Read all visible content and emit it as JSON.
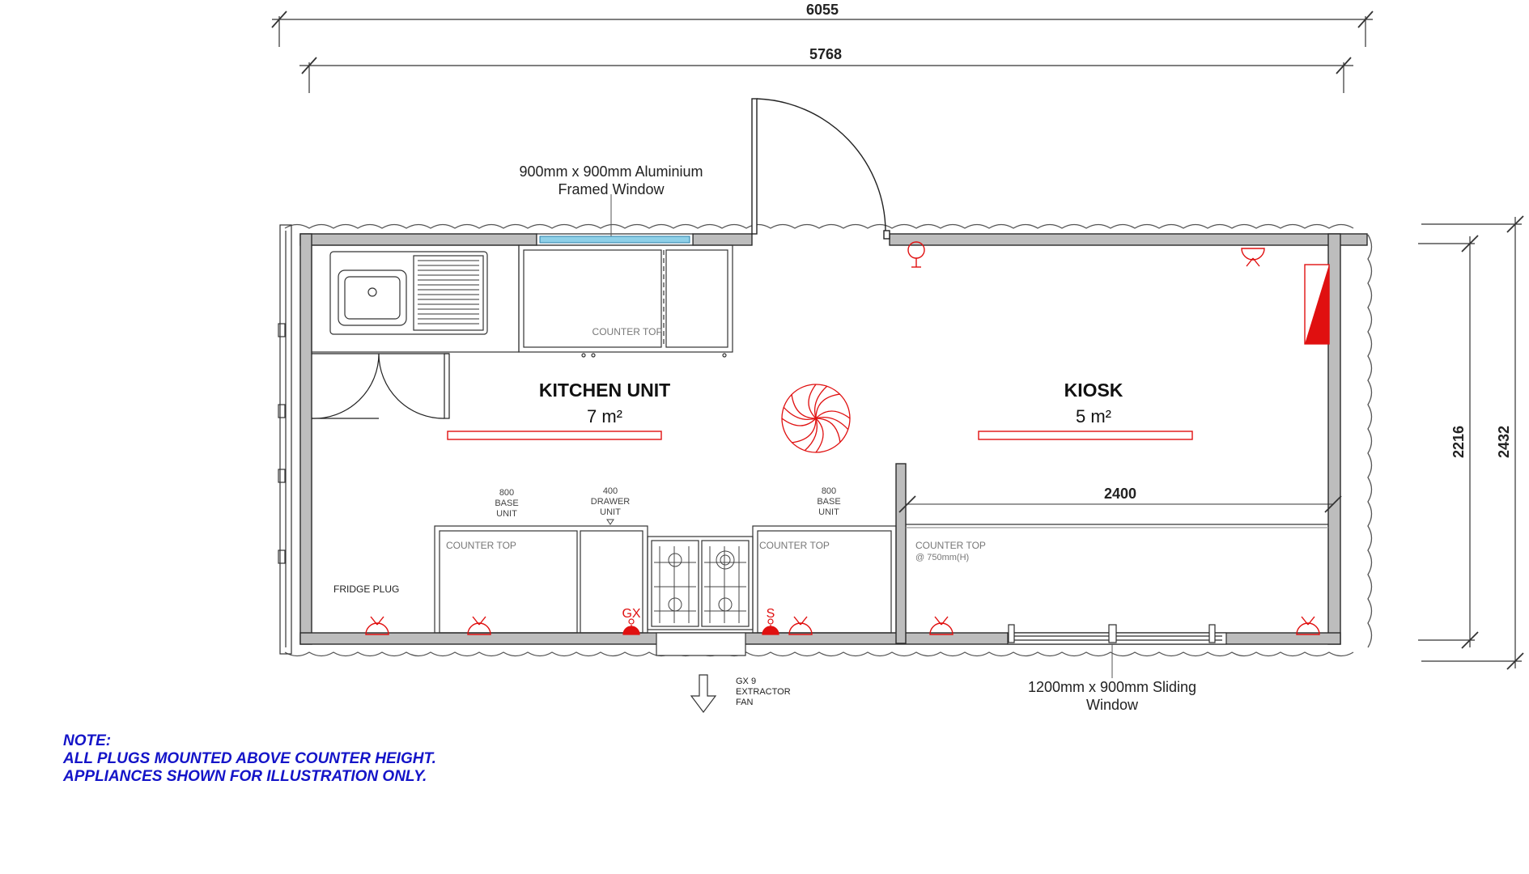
{
  "dimensions": {
    "overall_length": "6055",
    "internal_length": "5768",
    "internal_width": "2216",
    "overall_width": "2432",
    "kiosk_counter_length": "2400"
  },
  "rooms": {
    "kitchen": {
      "name": "KITCHEN UNIT",
      "area": "7 m²"
    },
    "kiosk": {
      "name": "KIOSK",
      "area": "5 m²"
    }
  },
  "windows": {
    "top": {
      "line1": "900mm x 900mm Aluminium",
      "line2": "Framed Window"
    },
    "bottom": {
      "line1": "1200mm x 900mm Sliding",
      "line2": "Window"
    }
  },
  "units": {
    "base_unit_left": {
      "line1": "800",
      "line2": "BASE",
      "line3": "UNIT"
    },
    "drawer_unit": {
      "line1": "400",
      "line2": "DRAWER",
      "line3": "UNIT"
    },
    "base_unit_right": {
      "line1": "800",
      "line2": "BASE",
      "line3": "UNIT"
    }
  },
  "counter_tops": {
    "top": "COUNTER TOP",
    "bottom_left": "COUNTER TOP",
    "bottom_mid": "COUNTER TOP",
    "kiosk": "COUNTER TOP",
    "kiosk_height": "@ 750mm(H)"
  },
  "electrical": {
    "fridge_plug": "FRIDGE PLUG",
    "gx": "GX",
    "s": "S"
  },
  "extractor": {
    "line1": "GX 9",
    "line2": "EXTRACTOR",
    "line3": "FAN"
  },
  "note": {
    "title": "NOTE:",
    "line1": "ALL PLUGS MOUNTED ABOVE COUNTER HEIGHT.",
    "line2": "APPLIANCES SHOWN FOR ILLUSTRATION ONLY."
  },
  "colors": {
    "electrical": "#e01010",
    "note_text": "#1414c8",
    "wall_fill": "#bdbdbd",
    "window_glass": "#8fd0e8"
  }
}
